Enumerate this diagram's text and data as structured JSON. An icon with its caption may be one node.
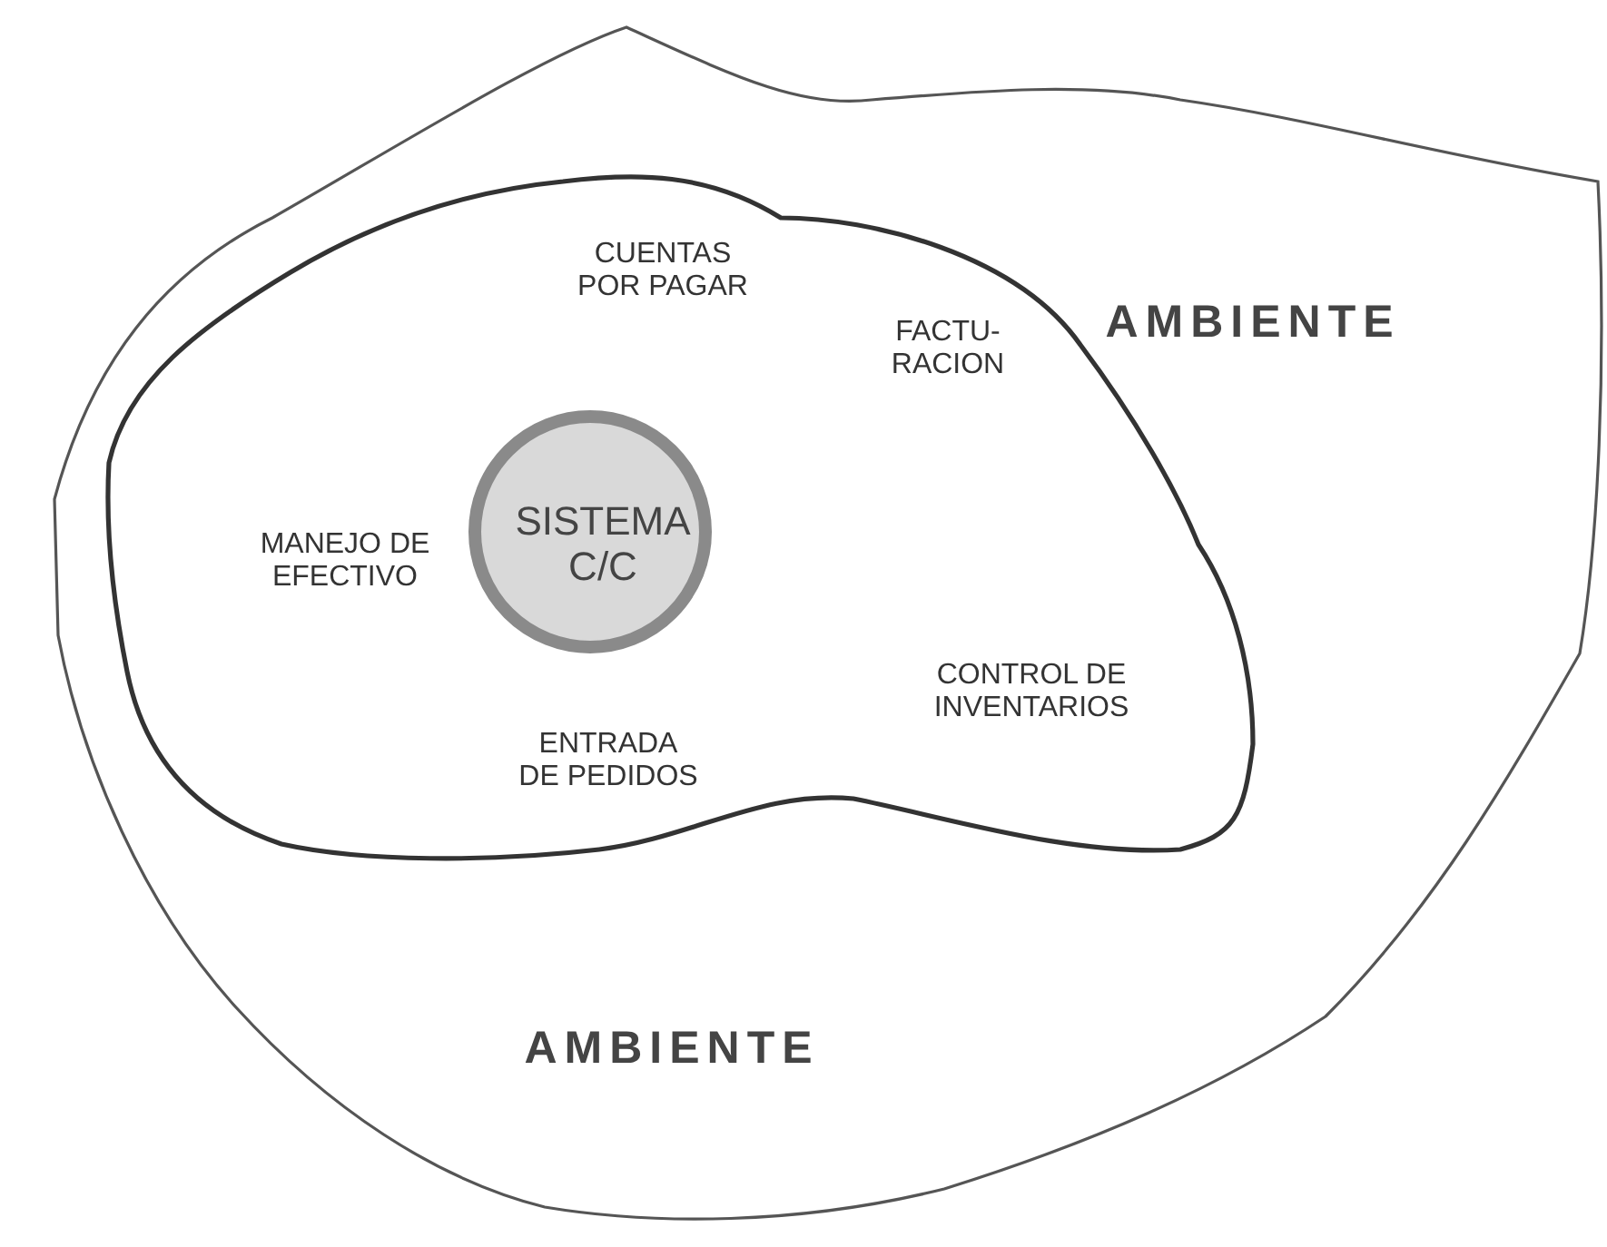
{
  "diagram": {
    "nodes": [
      {
        "text": [
          "AMBIENTE",
          "AMBIENTE"
        ]
      },
      {
        "text": [
          "CUENTAS POR PAGAR",
          "FACTU- RACION",
          "MANEJO DE EFECTIVO",
          "CONTROL DE INVENTARIOS",
          "ENTRADA DE PEDIDOS"
        ],
        "in": 0
      },
      {
        "text": [
          "SISTEMA C/C"
        ],
        "in": 1
      }
    ],
    "edges": []
  }
}
